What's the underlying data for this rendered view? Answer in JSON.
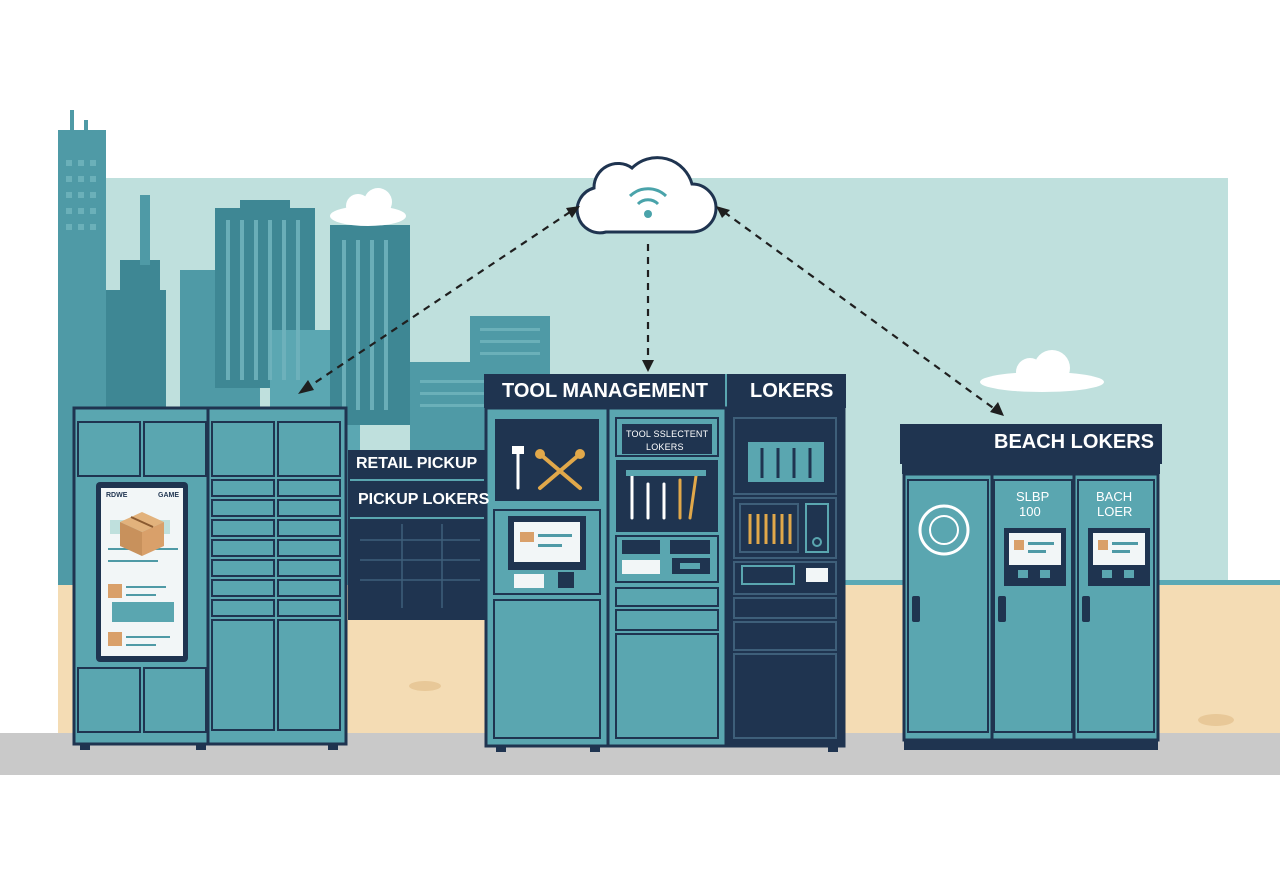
{
  "colors": {
    "sky": "#bfe0dd",
    "building": "#4f9aa6",
    "building_dark": "#3e8794",
    "sand": "#f4dcb4",
    "sea": "#5aa9b5",
    "pavement": "#c9c9c9",
    "locker_teal": "#5aa6b0",
    "locker_navy": "#1f3450",
    "outline": "#1f3450",
    "cloud": "#ffffff",
    "accent": "#e1a84a"
  },
  "icons": {
    "cloud": "wifi-cloud-icon",
    "package": "package-box-icon",
    "tools": "wrench-screwdriver-icon",
    "sun": "sun-badge-icon"
  },
  "retail_locker": {
    "screen_logo_left": "RDWE",
    "screen_logo_right": "GAME"
  },
  "pickup_sign": {
    "line1": "RETAIL PICKUP",
    "line2": "PICKUP LOKERS"
  },
  "tool_locker": {
    "banner_left": "TOOL MANAGEMENT",
    "banner_right": "LOKERS",
    "panel_line1": "TOOL SSLECTENT",
    "panel_line2": "LOKERS"
  },
  "beach_locker": {
    "banner": "BEACH LOKERS",
    "door2_line1": "SLBP",
    "door2_line2": "100",
    "door3_line1": "BACH",
    "door3_line2": "LOER"
  }
}
